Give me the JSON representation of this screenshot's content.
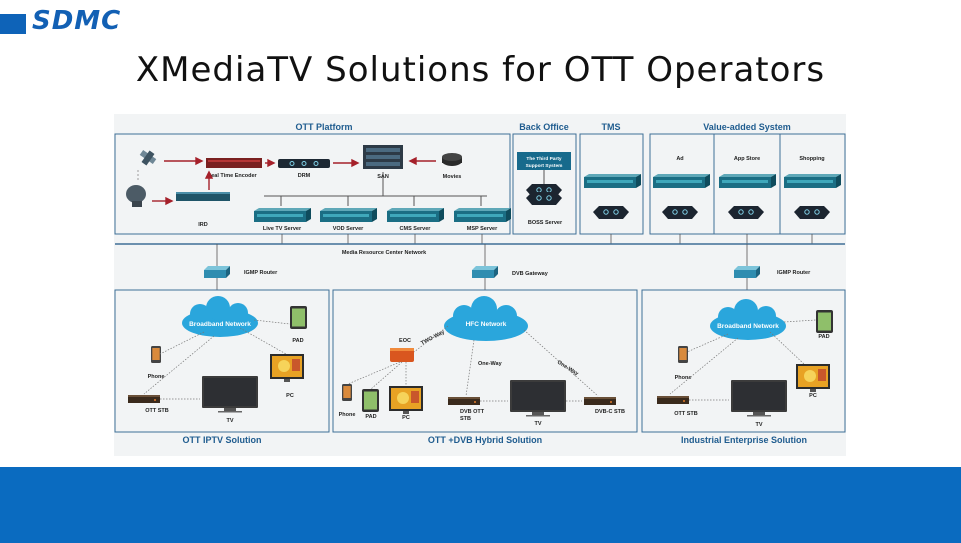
{
  "slide": {
    "logo": "SDMC",
    "title": "XMediaTV Solutions for OTT Operators"
  },
  "colors": {
    "brand_blue": "#0a6bc0",
    "box_border": "#3f6f96",
    "section_title": "#1f5c8f",
    "cloud": "#2aa6dc",
    "arrow_red": "#a5202a",
    "server": "#1b6e84"
  },
  "top": {
    "ott_platform": "OTT Platform",
    "back_office": "Back Office",
    "tms": "TMS",
    "value_added": "Value-added System",
    "real_time_encoder": "Real Time Encoder",
    "drm": "DRM",
    "san": "SAN",
    "movies": "Movies",
    "ird": "IRD",
    "live_tv_server": "Live TV Server",
    "vod_server": "VOD Server",
    "cms_server": "CMS Server",
    "msp_server": "MSP Server",
    "third_party": [
      "The Third Party",
      "Support System"
    ],
    "boss_server": "BOSS Server",
    "ad": "Ad",
    "app_store": "App Store",
    "shopping": "Shopping"
  },
  "network": {
    "media_resource": "Media Resource Center Network",
    "igmp_router_left": "IGMP Router",
    "dvb_gateway": "DVB Gateway",
    "igmp_router_right": "IGMP Router"
  },
  "solutions": {
    "left": {
      "title": "OTT IPTV Solution",
      "cloud": "Broadband Network",
      "pad": "PAD",
      "phone": "Phone",
      "pc": "PC",
      "stb": "OTT STB",
      "tv": "TV"
    },
    "middle": {
      "title": "OTT +DVB Hybrid Solution",
      "cloud": "HFC Network",
      "eoc": "EOC",
      "two_way": "TWO-Way",
      "one_way_a": "One-Way",
      "one_way_b": "One-Way",
      "phone": "Phone",
      "pad": "PAD",
      "pc": "PC",
      "dvb_ott_stb": [
        "DVB OTT",
        "STB"
      ],
      "tv": "TV",
      "dvbc_stb": "DVB-C STB"
    },
    "right": {
      "title": "Industrial Enterprise Solution",
      "cloud": "Broadband Network",
      "pad": "PAD",
      "phone": "Phone",
      "pc": "PC",
      "stb": "OTT STB",
      "tv": "TV"
    }
  }
}
